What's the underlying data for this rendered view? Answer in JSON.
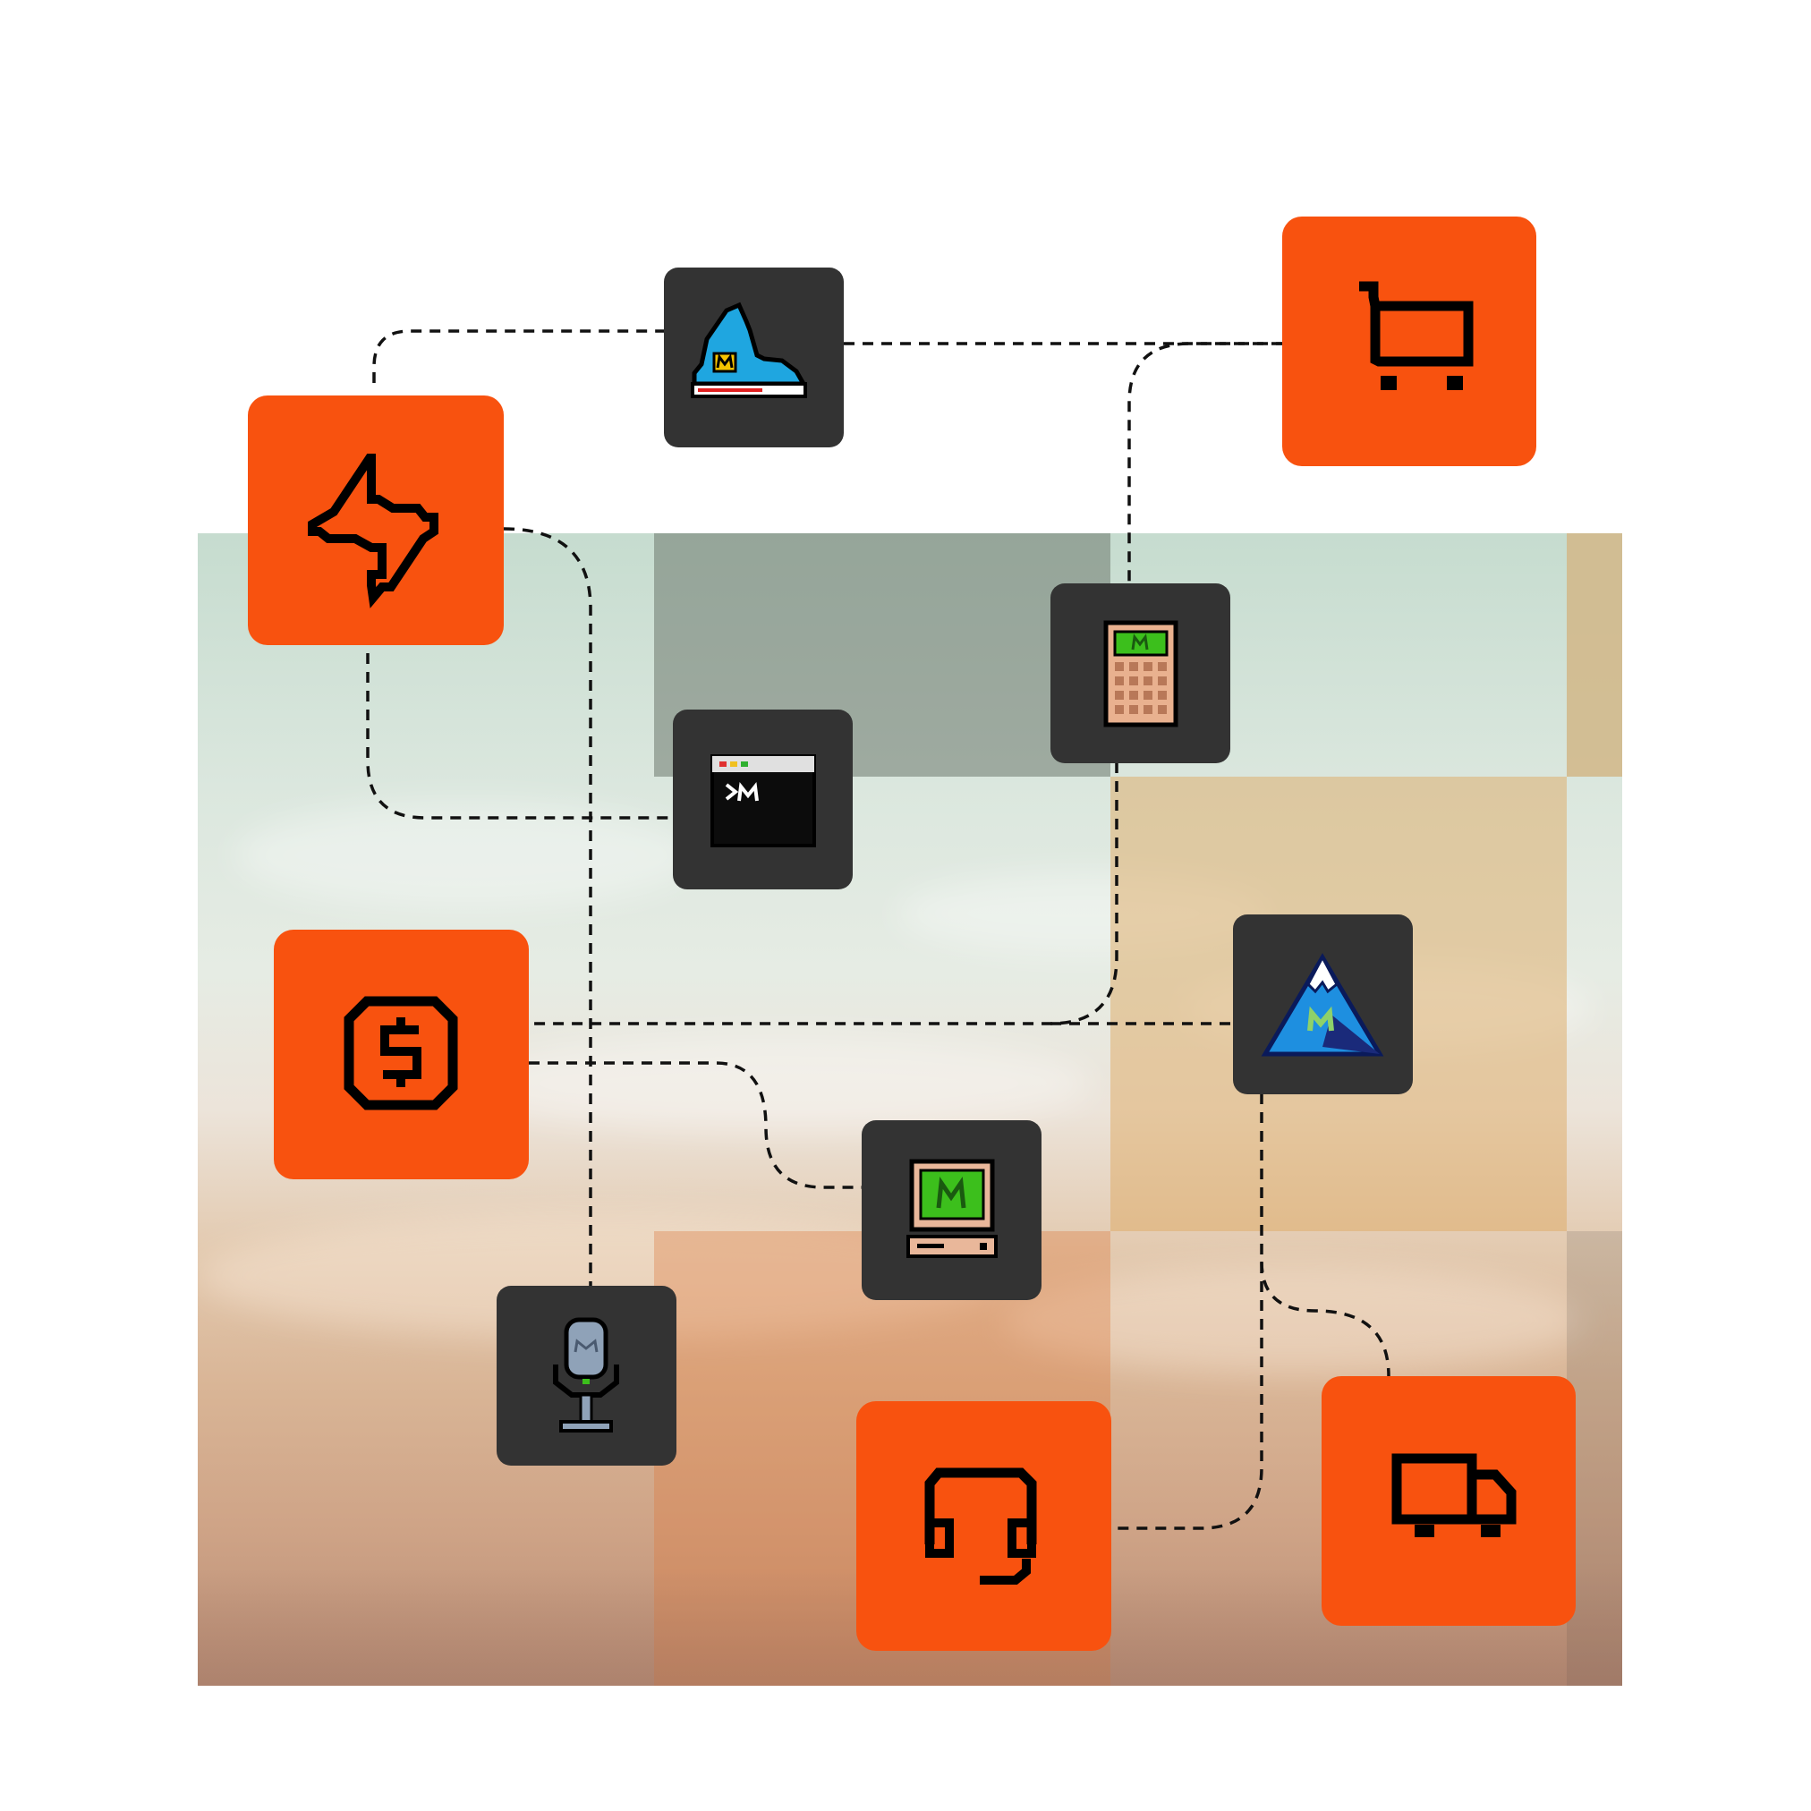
{
  "colors": {
    "accent": "#f8520f",
    "dark_tile": "#333333",
    "connector": "#111111"
  },
  "nodes": [
    {
      "id": "lightning",
      "icon": "lightning-bolt-icon",
      "style": "orange"
    },
    {
      "id": "sneaker",
      "icon": "sneaker-icon",
      "style": "dark"
    },
    {
      "id": "cart",
      "icon": "shopping-cart-icon",
      "style": "orange"
    },
    {
      "id": "terminal",
      "icon": "terminal-window-icon",
      "style": "dark"
    },
    {
      "id": "calculator",
      "icon": "calculator-icon",
      "style": "dark"
    },
    {
      "id": "dollar",
      "icon": "dollar-coin-icon",
      "style": "orange"
    },
    {
      "id": "mountain",
      "icon": "mountain-icon",
      "style": "dark"
    },
    {
      "id": "computer",
      "icon": "retro-computer-icon",
      "style": "dark"
    },
    {
      "id": "microphone",
      "icon": "microphone-icon",
      "style": "dark"
    },
    {
      "id": "headset",
      "icon": "headset-icon",
      "style": "orange"
    },
    {
      "id": "truck",
      "icon": "delivery-truck-icon",
      "style": "orange"
    }
  ],
  "edges": [
    {
      "from": "lightning",
      "to": "sneaker"
    },
    {
      "from": "sneaker",
      "to": "cart"
    },
    {
      "from": "cart",
      "to": "calculator"
    },
    {
      "from": "lightning",
      "to": "terminal"
    },
    {
      "from": "lightning",
      "to": "microphone"
    },
    {
      "from": "calculator",
      "to": "dollar"
    },
    {
      "from": "dollar",
      "to": "mountain"
    },
    {
      "from": "dollar",
      "to": "computer"
    },
    {
      "from": "mountain",
      "to": "headset"
    },
    {
      "from": "mountain",
      "to": "truck"
    }
  ]
}
